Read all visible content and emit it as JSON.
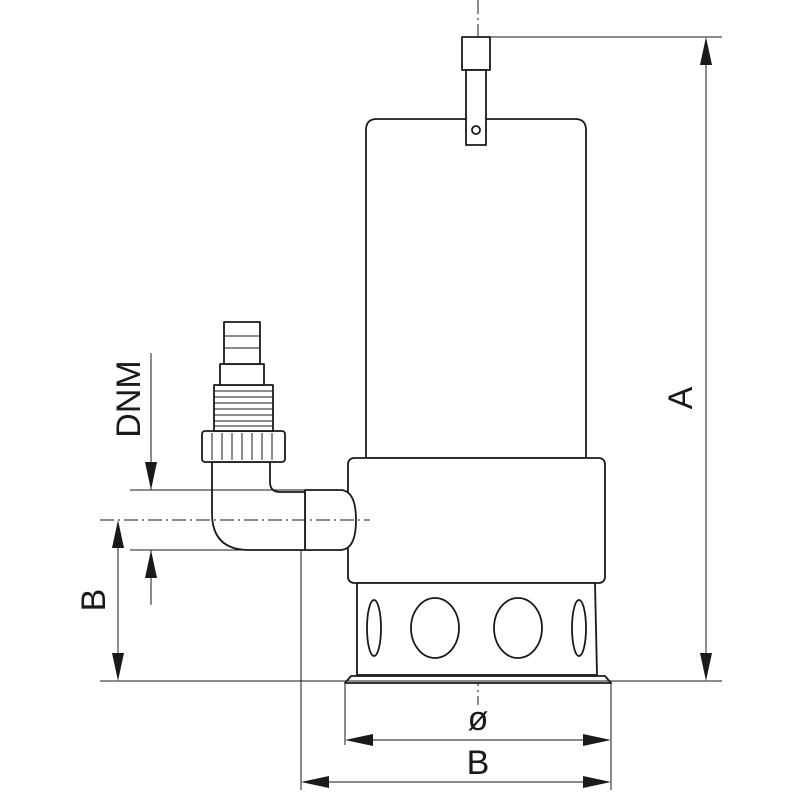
{
  "labels": {
    "height": "A",
    "diameter": "ø",
    "width": "B",
    "outlet_height": "B",
    "outlet_size": "DNM"
  },
  "colors": {
    "line": "#1a1a1a",
    "background": "#ffffff"
  }
}
